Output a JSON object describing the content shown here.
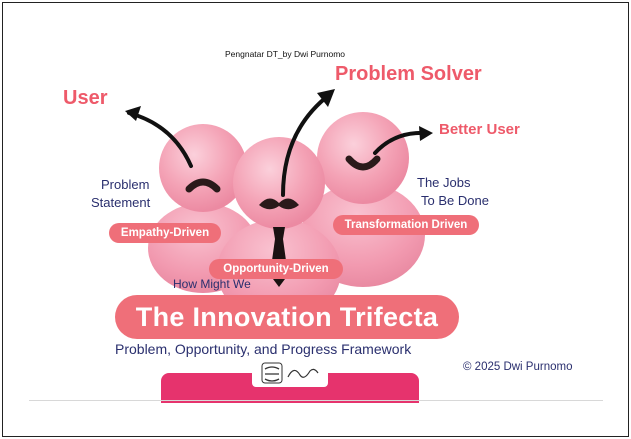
{
  "header": "Pengnatar DT_by Dwi Purnomo",
  "labels": {
    "user": "User",
    "problem_solver": "Problem Solver",
    "better_user": "Better User",
    "problem_statement_line1": "Problem",
    "problem_statement_line2": "Statement",
    "jobs_line1": "The Jobs",
    "jobs_line2": "To Be Done",
    "how_might_we": "How Might We"
  },
  "pills": {
    "empathy": "Empathy-Driven",
    "opportunity": "Opportunity-Driven",
    "transformation": "Transformation Driven"
  },
  "title": "The Innovation Trifecta",
  "subtitle": "Problem, Opportunity, and Progress Framework",
  "copyright": "© 2025 Dwi Purnomo",
  "colors": {
    "accent_red": "#ee5a6a",
    "pill": "#ef6f79",
    "navy": "#2a2f6e",
    "bar_pink": "#e6336d",
    "figure_pink": "#f4a3b6"
  }
}
